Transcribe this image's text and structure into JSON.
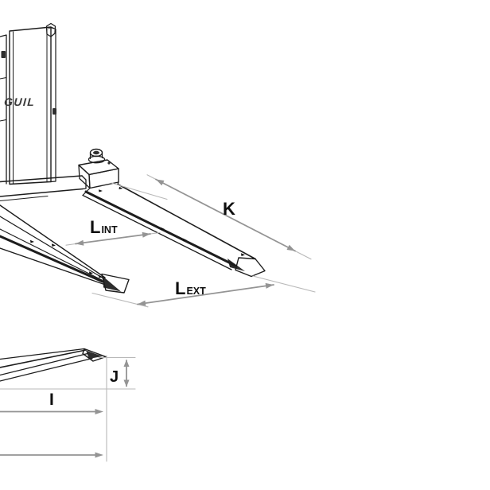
{
  "diagram": {
    "brand_logo": "GUIL",
    "dimensions": {
      "k": {
        "label": "K"
      },
      "l_int": {
        "main": "L",
        "sub": "INT"
      },
      "l_ext": {
        "main": "L",
        "sub": "EXT"
      },
      "j": {
        "label": "J"
      },
      "i": {
        "label": "I"
      }
    },
    "colors": {
      "line": "#1d1d1d",
      "dimension": "#949494",
      "dimension_light": "#b8b8b8",
      "label": "#0f0f0f",
      "logo": "#3c3c3c",
      "background": "#ffffff"
    }
  }
}
